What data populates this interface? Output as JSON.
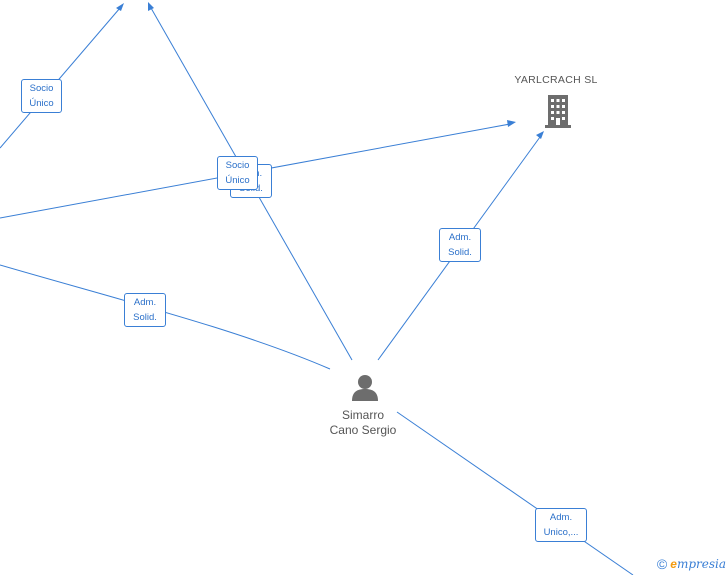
{
  "nodes": {
    "company": {
      "name": "YARLCRACH SL",
      "icon": "building-icon"
    },
    "person": {
      "name_line1": "Simarro",
      "name_line2": "Cano Sergio",
      "icon": "person-icon"
    }
  },
  "edges": {
    "top_left": {
      "line1": "Socio",
      "line2": "Único"
    },
    "center_back": {
      "line1": "Adm.",
      "line2": "Solid."
    },
    "center_front": {
      "line1": "Socio",
      "line2": "Único"
    },
    "company_link": {
      "line1": "Adm.",
      "line2": "Solid."
    },
    "left_link": {
      "line1": "Adm.",
      "line2": "Solid."
    },
    "bottom_right": {
      "line1": "Adm.",
      "line2": "Unico,..."
    }
  },
  "watermark": {
    "copyright": "©",
    "brand_initial": "e",
    "brand_rest": "mpresia"
  },
  "colors": {
    "edge": "#3a7fd5",
    "node_icon": "#6d6d6d",
    "text": "#555555",
    "brand_accent": "#f39c12"
  }
}
